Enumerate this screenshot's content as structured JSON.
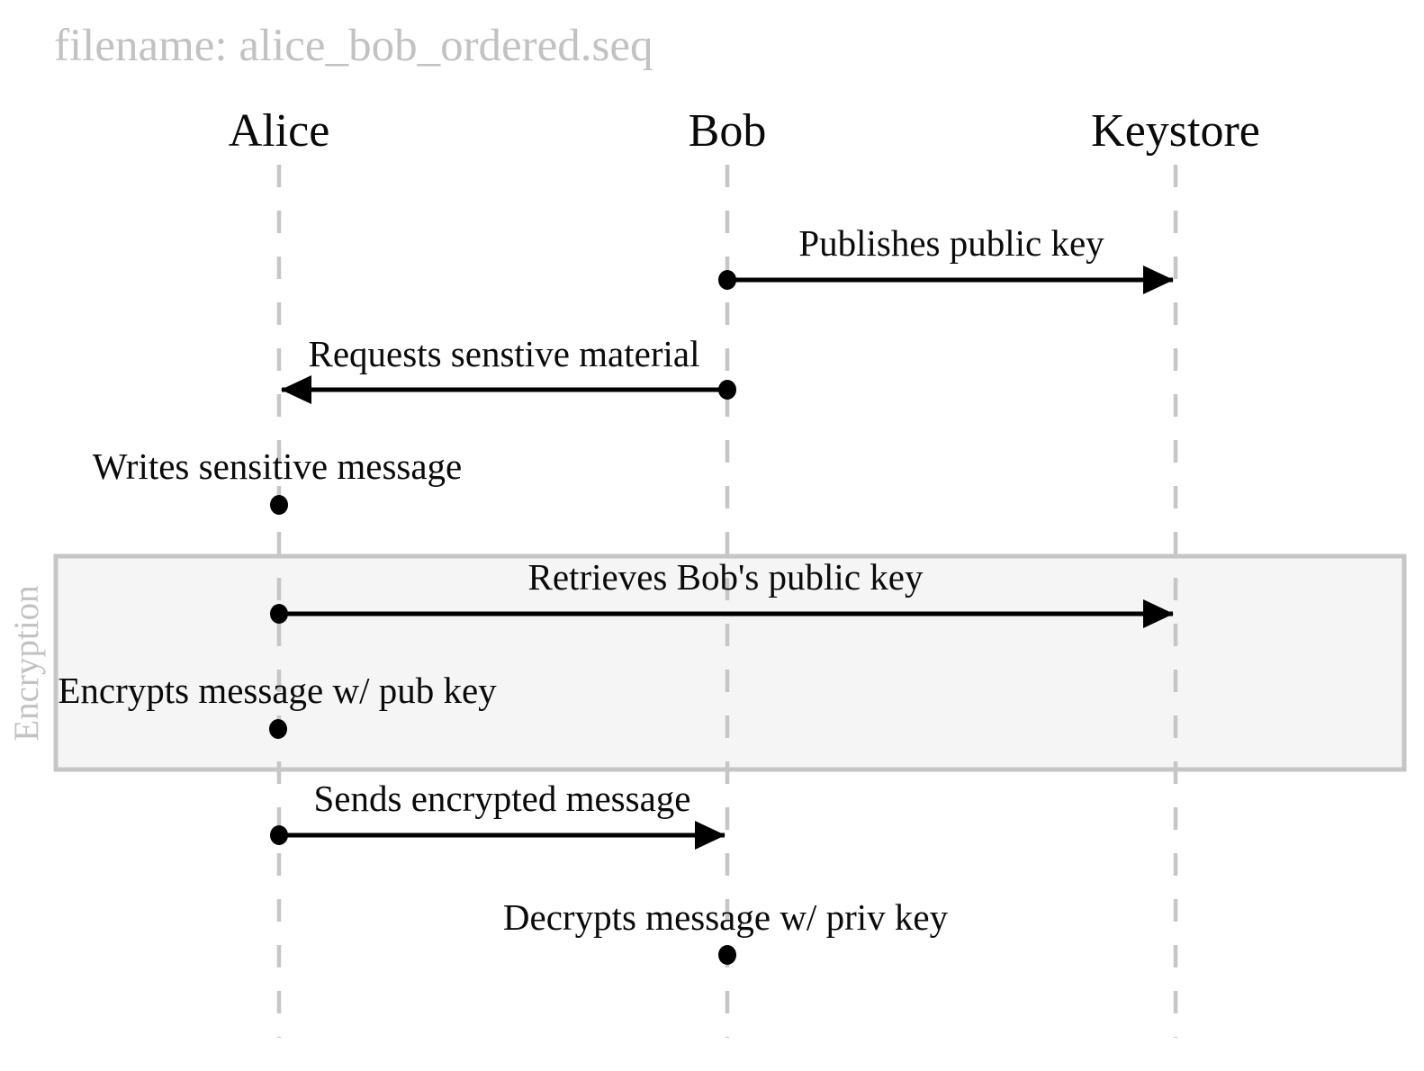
{
  "title": "filename: alice_bob_ordered.seq",
  "actors": [
    {
      "name": "Alice"
    },
    {
      "name": "Bob"
    },
    {
      "name": "Keystore"
    }
  ],
  "group": {
    "label": "Encryption"
  },
  "messages": [
    {
      "kind": "arrow",
      "from": "Bob",
      "to": "Keystore",
      "label": "Publishes public key"
    },
    {
      "kind": "arrow",
      "from": "Bob",
      "to": "Alice",
      "label": "Requests senstive material"
    },
    {
      "kind": "self-action",
      "actor": "Alice",
      "label": "Writes sensitive message"
    },
    {
      "kind": "arrow",
      "from": "Alice",
      "to": "Keystore",
      "label": "Retrieves Bob's public key",
      "in_group": "Encryption"
    },
    {
      "kind": "self-action",
      "actor": "Alice",
      "label": "Encrypts message w/ pub key",
      "in_group": "Encryption"
    },
    {
      "kind": "arrow",
      "from": "Alice",
      "to": "Bob",
      "label": "Sends encrypted message"
    },
    {
      "kind": "self-action",
      "actor": "Bob",
      "label": "Decrypts message w/ priv key"
    }
  ],
  "colors": {
    "ink": "#000000",
    "muted_text_gray": "#c2c2c2",
    "lifeline_gray": "#c6c6c6",
    "group_fill": "#f5f5f5",
    "group_border": "#c6c6c6",
    "background": "#ffffff"
  }
}
